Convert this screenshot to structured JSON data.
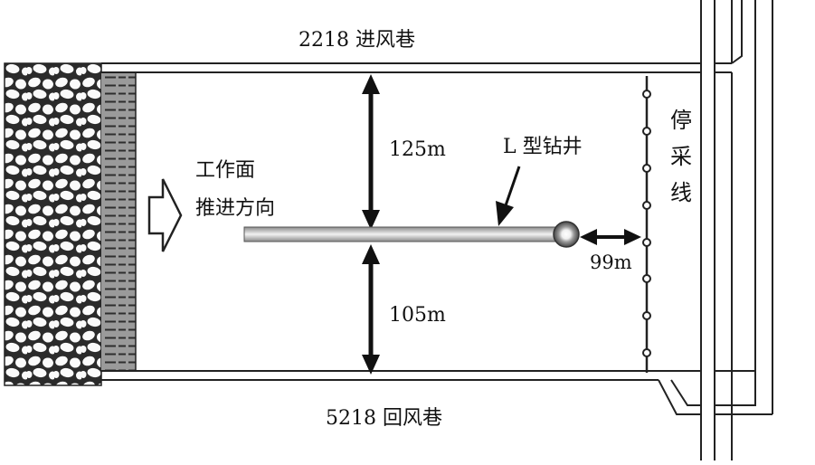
{
  "labels": {
    "intake_roadway": "2218 进风巷",
    "return_roadway": "5218 回风巷",
    "face_line1": "工作面",
    "face_line2": "推进方向",
    "dist_upper": "125m",
    "dist_lower": "105m",
    "well": "L 型钻井",
    "dist_stop": "99m",
    "stop_line_chars": [
      "停",
      "采",
      "线"
    ]
  },
  "colors": {
    "line": "#222222",
    "rib": "#8f8f8f",
    "pipe": "#b5b5b5"
  }
}
